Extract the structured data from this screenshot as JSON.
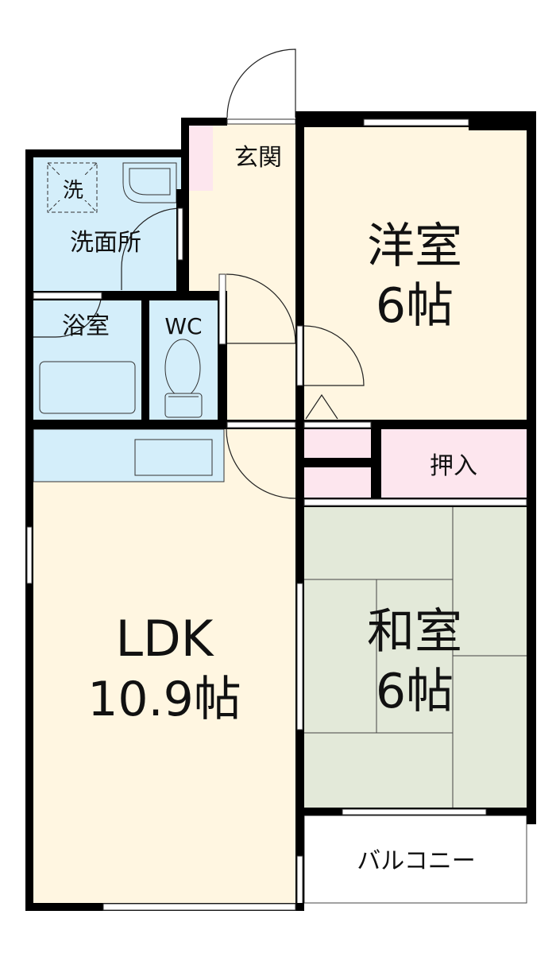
{
  "title": "Floor plan 2LDK",
  "colors": {
    "wall": "#000000",
    "floor_wood": "#fff6e1",
    "wet_area": "#d4eefa",
    "storage": "#fde6ee",
    "tatami": "#e3e9d9",
    "balcony": "#ffffff"
  },
  "rooms": {
    "entrance": {
      "label": "玄関"
    },
    "western_room": {
      "label": "洋室",
      "size": "6帖"
    },
    "washroom": {
      "label": "洗面所"
    },
    "washer": {
      "label": "洗"
    },
    "bath": {
      "label": "浴室"
    },
    "wc": {
      "label": "WC"
    },
    "closet": {
      "label": "押入"
    },
    "ldk": {
      "label": "LDK",
      "size": "10.9帖"
    },
    "japanese_room": {
      "label": "和室",
      "size": "6帖"
    },
    "balcony": {
      "label": "バルコニー"
    }
  }
}
